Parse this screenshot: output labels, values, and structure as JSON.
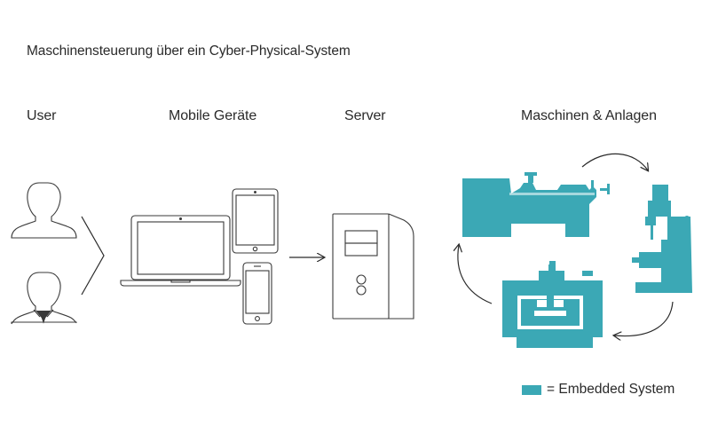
{
  "title": "Maschinensteuerung über ein Cyber-Physical-System",
  "columns": {
    "user": "User",
    "mobile": "Mobile Geräte",
    "server": "Server",
    "machines": "Maschinen & Anlagen"
  },
  "legend": {
    "label": "= Embedded System",
    "color": "#3ba8b5"
  },
  "colors": {
    "embedded": "#3ba8b5",
    "outline": "#3a3a3a",
    "text": "#2a2a2a"
  },
  "icons": {
    "users": [
      "user-silhouette-icon",
      "user-with-tie-icon"
    ],
    "devices": [
      "laptop-icon",
      "tablet-icon",
      "smartphone-icon"
    ],
    "server": "server-tower-icon",
    "machines": [
      "lathe-machine-icon",
      "milling-machine-icon",
      "cnc-machine-icon"
    ]
  }
}
